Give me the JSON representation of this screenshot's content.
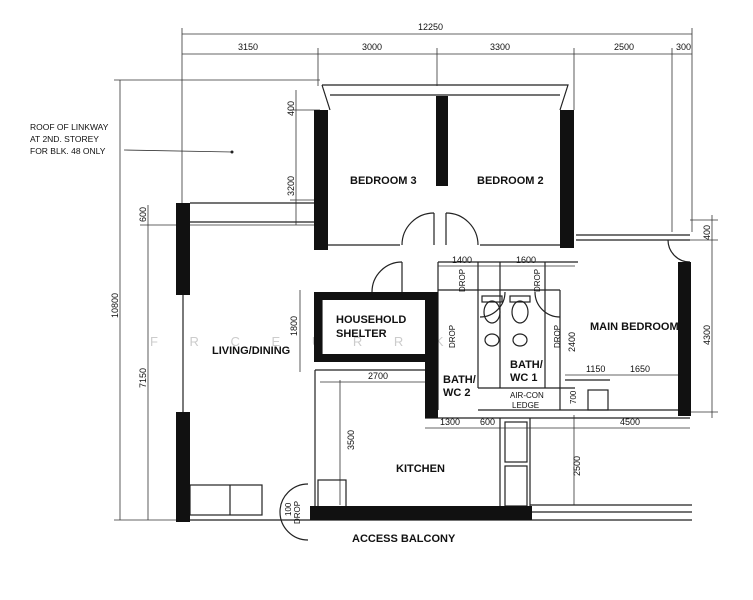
{
  "rooms": {
    "bedroom3": "BEDROOM 3",
    "bedroom2": "BEDROOM 2",
    "main_bedroom": "MAIN BEDROOM",
    "living_dining": "LIVING/DINING",
    "household_shelter_1": "HOUSEHOLD",
    "household_shelter_2": "SHELTER",
    "bath_wc2_1": "BATH/",
    "bath_wc2_2": "WC 2",
    "bath_wc1_1": "BATH/",
    "bath_wc1_2": "WC 1",
    "aircon_ledge_1": "AIR-CON",
    "aircon_ledge_2": "LEDGE",
    "kitchen": "KITCHEN",
    "access_balcony": "ACCESS BALCONY"
  },
  "note": {
    "line1": "ROOF OF LINKWAY",
    "line2": "AT 2ND. STOREY",
    "line3": "FOR BLK. 48 ONLY"
  },
  "drops": {
    "label": "DROP",
    "d100": "100"
  },
  "dimensions": {
    "overall_width": "12250",
    "top_3150": "3150",
    "top_3000": "3000",
    "top_3300": "3300",
    "top_2500": "2500",
    "top_300": "300",
    "left_400": "400",
    "left_3200": "3200",
    "left_600": "600",
    "left_10800": "10800",
    "left_7150": "7150",
    "left_1800": "1800",
    "d1400": "1400",
    "d1600": "1600",
    "d2700": "2700",
    "d2400": "2400",
    "d1150": "1150",
    "d1650": "1650",
    "d3500": "3500",
    "d1300": "1300",
    "d600": "600",
    "d4500": "4500",
    "d2500": "2500",
    "d700": "700",
    "right_400": "400",
    "right_4300": "4300"
  },
  "watermark": "F R C E U R R K"
}
